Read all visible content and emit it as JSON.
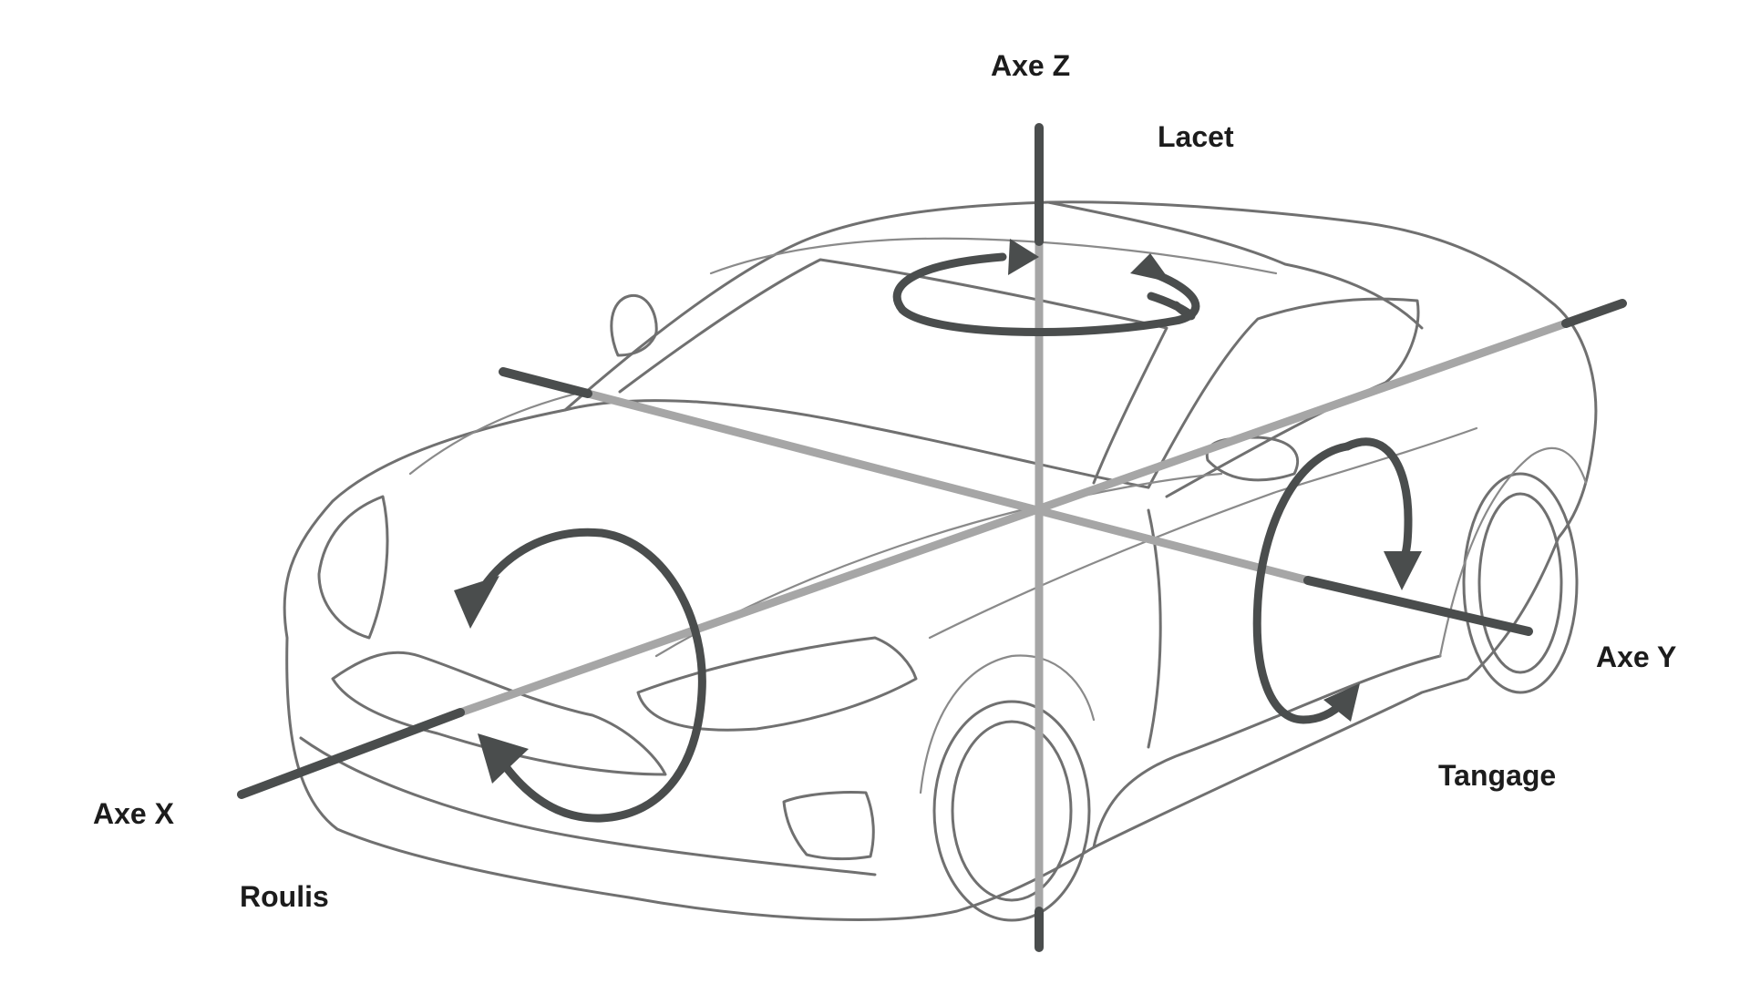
{
  "labels": {
    "axis_z": "Axe Z",
    "yaw": "Lacet",
    "axis_y": "Axe Y",
    "pitch": "Tangage",
    "axis_x": "Axe X",
    "roll": "Roulis"
  },
  "colors": {
    "axis_dark": "#4a4d4d",
    "axis_light": "#a6a6a6",
    "car_line": "#707070",
    "text": "#1c1c1c"
  }
}
